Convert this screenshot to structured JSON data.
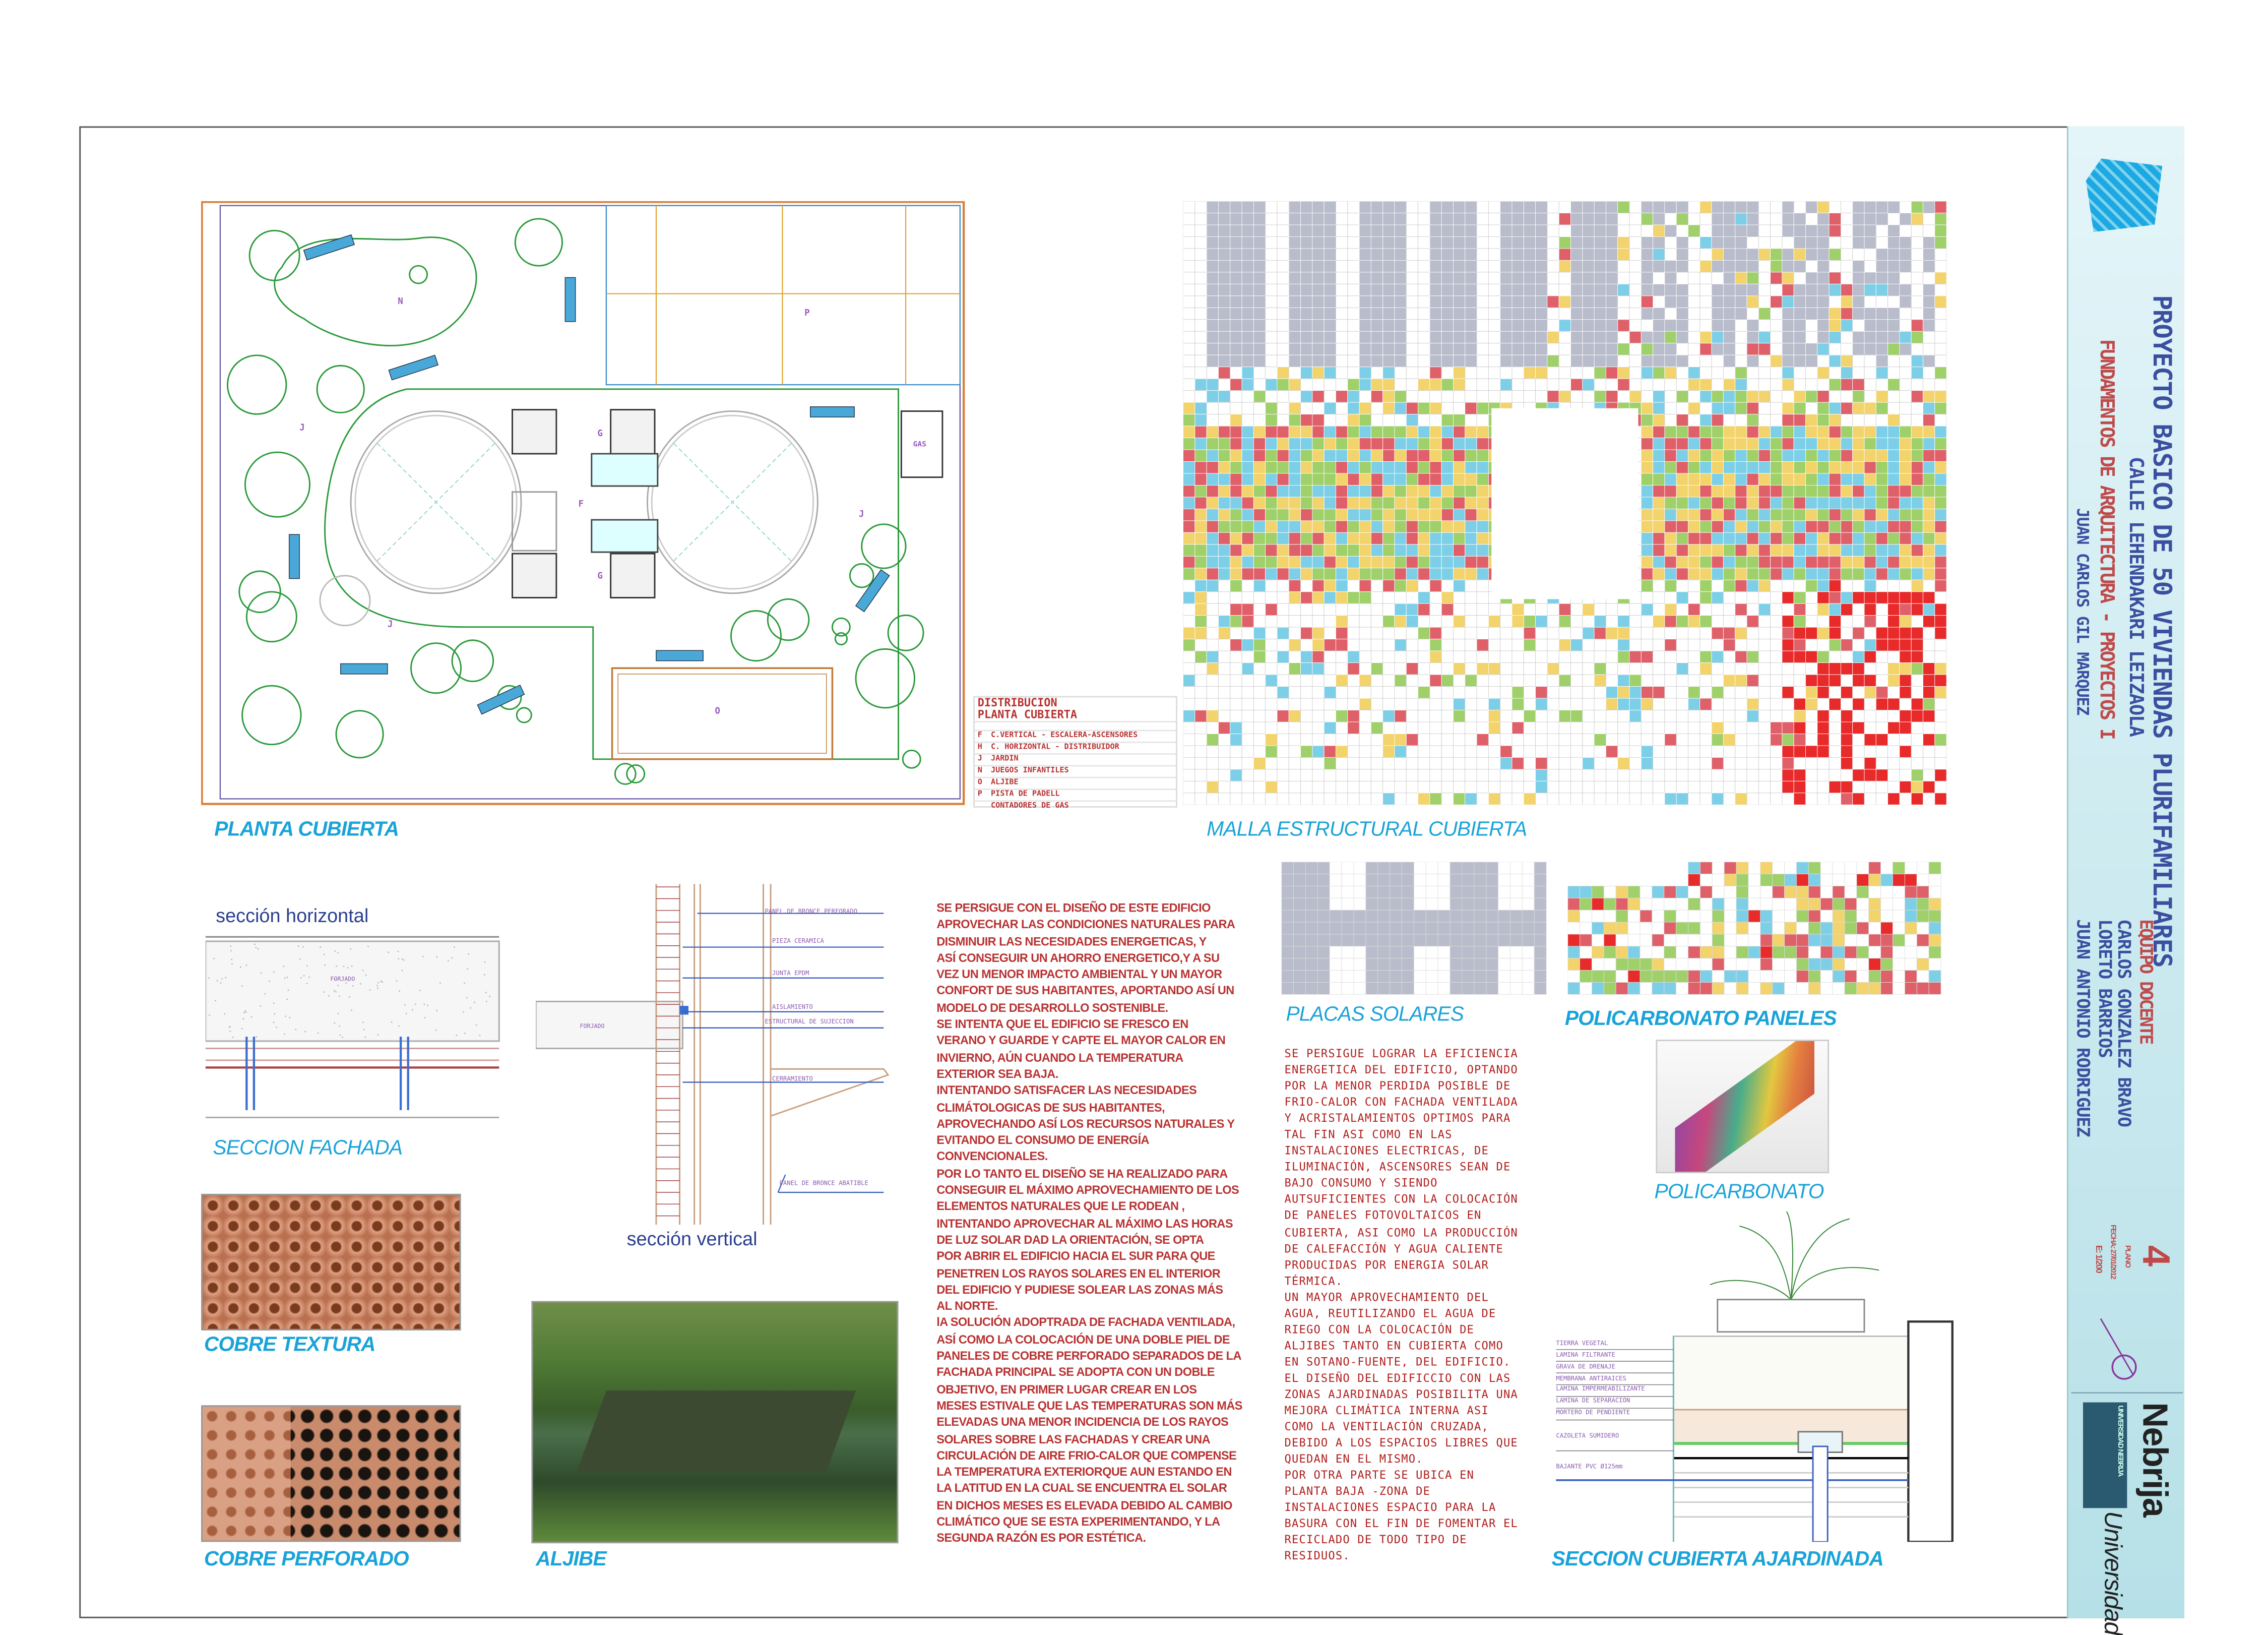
{
  "title_block": {
    "title": "PROYECTO BASICO DE 50 VIVIENDAS PLURIFAMILIARES",
    "address": "CALLE LEHENDAKARI LEIZAOLA",
    "course": "FUNDAMENTOS DE ARQUITECTURA - PROYECTOS I",
    "student": "JUAN CARLOS GIL MARQUEZ",
    "team_heading": "EQUIPO DOCENTE",
    "team": [
      "CARLOS GONZALEZ BRAVO",
      "LORETO BARRIOS",
      "JUAN ANTONIO RODRIGUEZ"
    ],
    "plano_number": "4",
    "plano_label": "PLANO",
    "fecha": "FECHA: 27/01/2012",
    "escala": "E: 1/200",
    "university_small": "UNIVERSIDAD NEBRIJA",
    "university_name": "Nebrija",
    "university_word": "Universidad"
  },
  "colors": {
    "label_blue": "#1aa3d8",
    "text_red": "#b83232",
    "title_blue": "#3a4fa0",
    "strip": "#b6e0e7"
  },
  "labels": {
    "planta_cubierta": "PLANTA CUBIERTA",
    "malla": "MALLA ESTRUCTURAL CUBIERTA",
    "seccion_horizontal": "sección horizontal",
    "seccion_fachada": "SECCION FACHADA",
    "seccion_vertical": "sección vertical",
    "cobre_textura": "COBRE TEXTURA",
    "cobre_perforado": "COBRE PERFORADO",
    "aljibe": "ALJIBE",
    "placas_solares": "PLACAS SOLARES",
    "policarbonato_paneles": "POLICARBONATO PANELES",
    "policarbonato": "POLICARBONATO",
    "seccion_cubierta": "SECCION CUBIERTA AJARDINADA"
  },
  "plan": {
    "letters": {
      "n": "N",
      "p": "P",
      "j1": "J",
      "j2": "J",
      "j3": "J",
      "g1": "G",
      "g2": "G",
      "f": "F",
      "gas": "GAS",
      "o": "O"
    }
  },
  "legend": {
    "title1": "DISTRIBUCION",
    "title2": "PLANTA CUBIERTA",
    "rows": [
      {
        "key": "F",
        "text": "C.VERTICAL - ESCALERA-ASCENSORES"
      },
      {
        "key": "H",
        "text": "C. HORIZONTAL - DISTRIBUIDOR"
      },
      {
        "key": "J",
        "text": "JARDIN"
      },
      {
        "key": "N",
        "text": "JUEGOS INFANTILES"
      },
      {
        "key": "O",
        "text": "ALJIBE"
      },
      {
        "key": "P",
        "text": "PISTA DE PADELL"
      },
      {
        "key": "",
        "text": "CONTADORES DE GAS"
      }
    ]
  },
  "fachada_annotations": {
    "forjado": "FORJADO",
    "forjado2": "FORJADO",
    "items": [
      "PANEL DE BRONCE PERFORADO",
      "PIEZA CERAMICA",
      "JUNTA EPDM",
      "AISLAMIENTO",
      "ESTRUCTURAL DE SUJECCION",
      "CERRAMIENTO",
      "PANEL DE BRONCE ABATIBLE"
    ]
  },
  "cubierta_annotations": [
    "TIERRA VEGETAL",
    "LAMINA FILTRANTE",
    "GRAVA DE DRENAJE",
    "MEMBRANA ANTIRAICES",
    "LAMINA IMPERMEABILIZANTE",
    "LAMINA DE SEPARACIÓN",
    "MORTERO DE PENDIENTE",
    "CAZOLETA SUMIDERO",
    "BAJANTE PVC Ø125mm"
  ],
  "text_main": [
    "SE PERSIGUE CON EL DISEÑO DE ESTE EDIFICIO",
    "APROVECHAR LAS CONDICIONES NATURALES PARA",
    "DISMINUIR LAS NECESIDADES ENERGETICAS, Y",
    "ASÍ CONSEGUIR UN AHORRO ENERGETICO,Y A SU",
    "VEZ UN MENOR IMPACTO AMBIENTAL Y UN MAYOR",
    "CONFORT DE SUS HABITANTES, APORTANDO ASÍ UN",
    "MODELO DE DESARROLLO SOSTENIBLE.",
    "SE INTENTA QUE EL EDIFICIO SE FRESCO EN",
    "VERANO Y GUARDE Y CAPTE EL MAYOR CALOR EN",
    "INVIERNO, AÚN CUANDO LA TEMPERATURA",
    "EXTERIOR SEA BAJA.",
    "INTENTANDO SATISFACER LAS NECESIDADES",
    "CLIMÁTOLOGICAS DE SUS HABITANTES,",
    "APROVECHANDO ASÍ LOS RECURSOS NATURALES Y",
    "EVITANDO EL CONSUMO DE ENERGÍA",
    "CONVENCIONALES.",
    "POR LO TANTO EL DISEÑO SE HA REALIZADO PARA",
    "CONSEGUIR EL MÁXIMO APROVECHAMIENTO DE LOS",
    "ELEMENTOS NATURALES QUE LE RODEAN ,",
    "INTENTANDO APROVECHAR AL MÁXIMO LAS HORAS",
    "DE LUZ SOLAR DAD LA ORIENTACIÓN, SE OPTA",
    "POR ABRIR EL EDIFICIO HACIA EL SUR PARA QUE",
    "PENETREN LOS RAYOS SOLARES EN EL INTERIOR",
    "DEL EDIFICIO Y PUDIESE SOLEAR LAS ZONAS MÁS",
    "AL NORTE.",
    "lA SOLUCIÓN ADOPTRADA DE FACHADA VENTILADA,",
    "ASÍ COMO LA COLOCACIÓN DE UNA DOBLE PIEL DE",
    "PANELES DE COBRE PERFORADO SEPARADOS DE LA",
    "FACHADA PRINCIPAL SE ADOPTA CON UN DOBLE",
    "OBJETIVO, EN PRIMER LUGAR CREAR EN LOS",
    "MESES ESTIVALE QUE LAS TEMPERATURAS SON MÁS",
    "ELEVADAS UNA MENOR INCIDENCIA DE LOS RAYOS",
    "SOLARES SOBRE LAS FACHADAS Y CREAR UNA",
    "CIRCULACIÓN DE AIRE FRIO-CALOR QUE COMPENSE",
    "LA TEMPERATURA EXTERIORQUE AUN ESTANDO EN",
    "LA LATITUD EN LA CUAL SE ENCUENTRA EL SOLAR",
    "EN DICHOS MESES ES ELEVADA DEBIDO AL CAMBIO",
    "CLIMÁTICO QUE SE ESTA EXPERIMENTANDO, Y LA",
    "SEGUNDA RAZÓN ES POR ESTÉTICA."
  ],
  "text_side": [
    "SE PERSIGUE LOGRAR LA EFICIENCIA",
    "ENERGETICA DEL EDIFICIO, OPTANDO",
    "POR LA MENOR PERDIDA POSIBLE DE",
    "FRIO-CALOR CON FACHADA VENTILADA",
    "Y ACRISTALAMIENTOS OPTIMOS PARA",
    "TAL FIN ASI COMO EN LAS",
    "INSTALACIONES ELECTRICAS, DE",
    "ILUMINACIÓN, ASCENSORES SEAN DE",
    "BAJO CONSUMO Y SIENDO",
    "AUTSUFICIENTES CON LA COLOCACIÓN",
    "DE PANELES FOTOVOLTAICOS EN",
    "CUBIERTA, ASI COMO LA PRODUCCIÓN",
    "DE CALEFACCIÓN Y AGUA CALIENTE",
    "PRODUCIDAS POR ENERGIA SOLAR",
    "TÉRMICA.",
    "UN MAYOR APROVECHAMIENTO DEL",
    "AGUA, REUTILIZANDO EL AGUA DE",
    "RIEGO CON LA COLOCACIÓN DE",
    "ALJIBES TANTO EN CUBIERTA COMO",
    "EN SOTANO-FUENTE, DEL EDIFICIO.",
    "EL DISEÑO DEL EDIFICCIO CON LAS",
    "ZONAS AJARDINADAS POSIBILITA UNA",
    "MEJORA CLIMÁTICA INTERNA ASI",
    "COMO LA VENTILACIÓN CRUZADA,",
    "DEBIDO A LOS ESPACIOS LIBRES QUE",
    "QUEDAN EN EL MISMO.",
    "POR OTRA PARTE SE UBICA EN",
    "PLANTA BAJA -ZONA DE",
    "INSTALACIONES ESPACIO PARA LA",
    "BASURA CON EL FIN DE FOMENTAR EL",
    "RECICLADO DE TODO TIPO DE",
    "RESIDUOS."
  ]
}
